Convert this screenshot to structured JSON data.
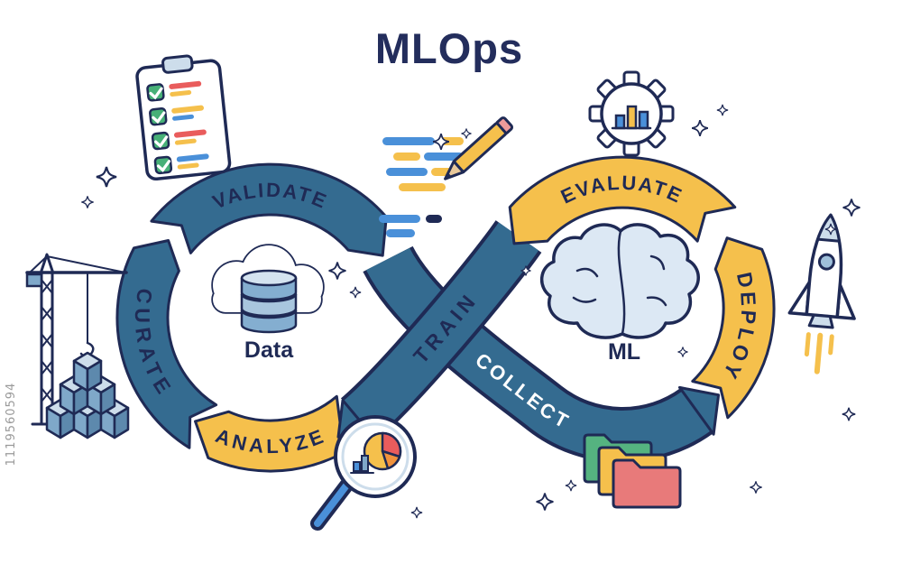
{
  "title": "MLOps",
  "watermark_id": "1119560594",
  "background": "#ffffff",
  "colors": {
    "navy": "#1f2a55",
    "blue": "#346b90",
    "yellow": "#f5c04c",
    "bright_blue": "#4a90d9",
    "mid_blue": "#7fa8c9",
    "steel_blue": "#9fc0da",
    "light_blue": "#cdddeb",
    "green": "#47b077",
    "red": "#e95c5c",
    "orange": "#f0923c",
    "white": "#ffffff"
  },
  "diagram": {
    "left_loop": {
      "center_label": "Data",
      "segments": [
        {
          "label": "VALIDATE",
          "color": "#346b90"
        },
        {
          "label": "CURATE",
          "color": "#346b90"
        },
        {
          "label": "ANALYZE",
          "color": "#f5c04c"
        }
      ]
    },
    "right_loop": {
      "center_label": "ML",
      "segments": [
        {
          "label": "EVALUATE",
          "color": "#f5c04c"
        },
        {
          "label": "DEPLOY",
          "color": "#f5c04c"
        },
        {
          "label": "COLLECT",
          "color": "#346b90"
        }
      ]
    },
    "cross_band": {
      "label": "TRAIN",
      "color": "#346b90"
    }
  },
  "icons": [
    "checklist-icon",
    "code-lines-icon",
    "pencil-icon",
    "gear-chart-icon",
    "crane-icon",
    "cubes-icon",
    "cloud-database-icon",
    "brain-icon",
    "magnifier-chart-icon",
    "folders-icon",
    "rocket-icon",
    "sparkle-icon"
  ]
}
